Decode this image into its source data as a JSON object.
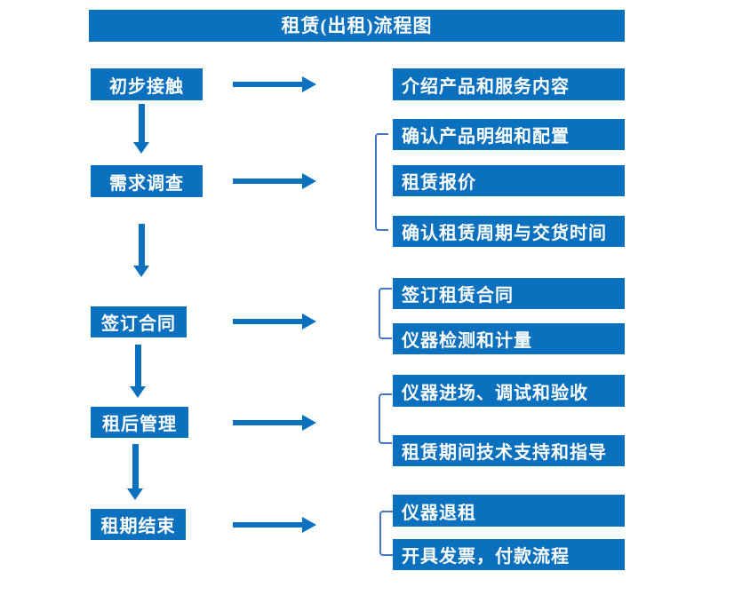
{
  "title": "租赁(出租)流程图",
  "colors": {
    "box_blue": "#0b70bd",
    "connector_blue": "#4577be",
    "text_white": "#ffffff",
    "background": "#ffffff"
  },
  "stages": [
    {
      "label": "初步接触",
      "outputs": [
        "介绍产品和服务内容"
      ]
    },
    {
      "label": "需求调查",
      "outputs": [
        "确认产品明细和配置",
        "租赁报价",
        "确认租赁周期与交货时间"
      ]
    },
    {
      "label": "签订合同",
      "outputs": [
        "签订租赁合同",
        "仪器检测和计量"
      ]
    },
    {
      "label": "租后管理",
      "outputs": [
        "仪器进场、调试和验收",
        "租赁期间技术支持和指导"
      ]
    },
    {
      "label": "租期结束",
      "outputs": [
        "仪器退租",
        "开具发票，付款流程"
      ]
    }
  ]
}
